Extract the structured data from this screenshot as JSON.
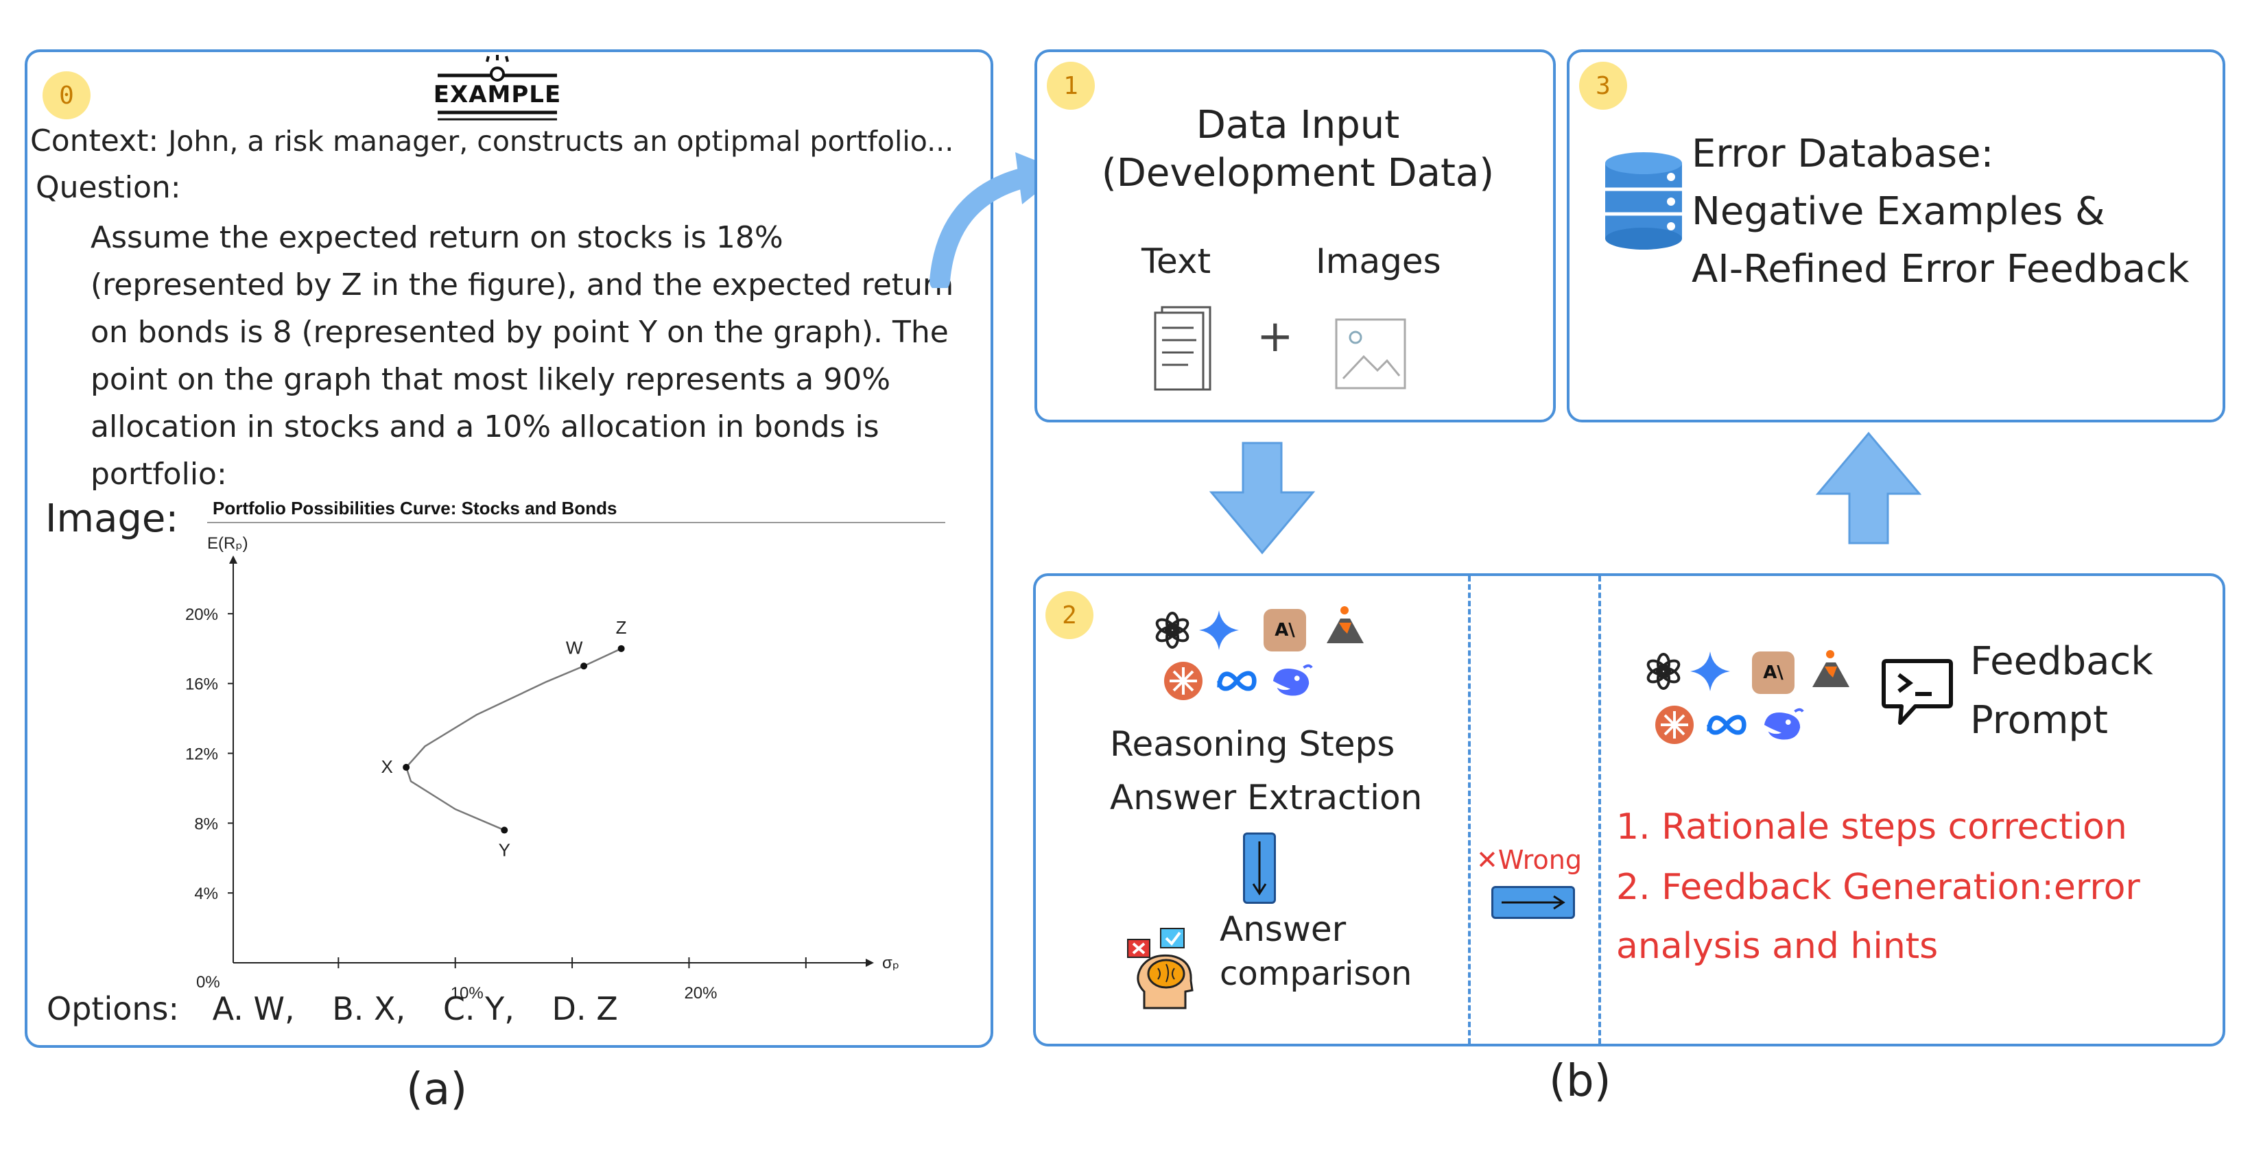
{
  "panel_a": {
    "badge": "0",
    "logo_text": "EXAMPLE",
    "context_label": "Context:",
    "context_text": "John, a risk manager, constructs an optipmal portfolio...",
    "question_label": "Question:",
    "question_lines": [
      "Assume the expected return on stocks is 18%",
      "(represented by Z in the figure), and the expected return",
      "on bonds is 8 (represented by point Y on the graph). The",
      "point on the graph that most likely represents a 90%",
      "allocation in stocks and a 10% allocation in bonds is",
      "portfolio:"
    ],
    "image_label": "Image:",
    "options_label": "Options:",
    "options": [
      "A. W,",
      "B. X,",
      "C. Y,",
      "D. Z"
    ],
    "caption": "(a)"
  },
  "chart_data": {
    "type": "line",
    "title": "Portfolio Possibilities Curve: Stocks and Bonds",
    "ylabel": "E(Rₚ)",
    "xlabel": "σₚ",
    "origin_label": "0%",
    "x_tick_labels": [
      "10%",
      "20%"
    ],
    "y_tick_labels": [
      "4%",
      "8%",
      "12%",
      "16%",
      "20%"
    ],
    "xlim": [
      0,
      27
    ],
    "ylim": [
      0,
      22
    ],
    "x_ticks": [
      4.5,
      9.5,
      14.5,
      19.5,
      24.5
    ],
    "y_ticks": [
      4,
      8,
      12,
      16,
      20
    ],
    "curve": [
      [
        11.6,
        7.6
      ],
      [
        9.5,
        8.8
      ],
      [
        7.6,
        10.4
      ],
      [
        7.4,
        11.2
      ],
      [
        8.2,
        12.4
      ],
      [
        10.4,
        14.2
      ],
      [
        13.4,
        16.1
      ],
      [
        15.0,
        17.0
      ],
      [
        16.6,
        18.0
      ]
    ],
    "points": [
      {
        "label": "W",
        "x": 15.0,
        "y": 17.0
      },
      {
        "label": "Z",
        "x": 16.6,
        "y": 18.0
      },
      {
        "label": "X",
        "x": 7.4,
        "y": 11.2
      },
      {
        "label": "Y",
        "x": 11.6,
        "y": 7.6
      }
    ]
  },
  "panel_1": {
    "badge": "1",
    "title_line1": "Data Input",
    "title_line2": "(Development Data)",
    "text_label": "Text",
    "images_label": "Images",
    "plus": "+"
  },
  "panel_3": {
    "badge": "3",
    "line1": "Error Database:",
    "line2": "Negative Examples &",
    "line3": "AI-Refined Error Feedback"
  },
  "panel_2": {
    "badge": "2",
    "reasoning_line1": "Reasoning Steps",
    "reasoning_line2": "Answer Extraction",
    "answer_line1": "Answer",
    "answer_line2": "comparison",
    "wrong_label": "Wrong",
    "feedback_line1": "Feedback",
    "feedback_line2": "Prompt",
    "red_line1a": "1. Rationale",
    "red_line1b": "steps correction",
    "red_line2": "2. Feedback Generation:error",
    "red_line3": "analysis and hints"
  },
  "caption_b": "(b)",
  "colors": {
    "border": "#4a90d9",
    "arrow_fill": "#7fb8f0",
    "badge": "#fde68a",
    "red_text": "#e53935"
  },
  "icons": [
    "openai-icon",
    "gemini-icon",
    "anthropic-icon",
    "volcano-icon",
    "claude-star-icon",
    "meta-icon",
    "deepseek-icon"
  ]
}
